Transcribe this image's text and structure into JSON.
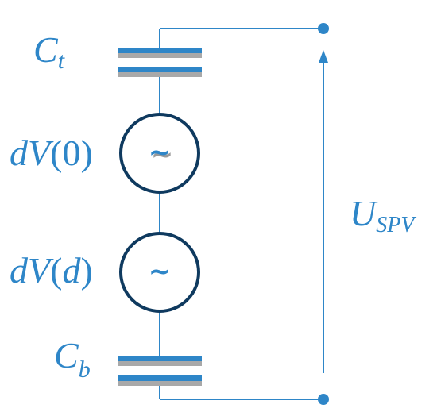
{
  "labels": {
    "ct": {
      "main": "C",
      "sub": "t"
    },
    "cb": {
      "main": "C",
      "sub": "b"
    },
    "dv0": {
      "prefix": "dV",
      "open": "(",
      "arg": "0",
      "close": ")"
    },
    "dvd": {
      "prefix": "dV",
      "open": "(",
      "arg": "d",
      "close": ")"
    },
    "uspv": {
      "main": "U",
      "sub": "SPV"
    }
  },
  "source_symbol": "~",
  "colors": {
    "wire": "#2e86c8",
    "plate_top": "#2e86c8",
    "plate_gray": "#a9a9a9",
    "source_ring": "#0f3a5f",
    "label": "#2e86c8",
    "tilde": "#2e86c8",
    "tilde_shadow": "#9a9a9a"
  }
}
